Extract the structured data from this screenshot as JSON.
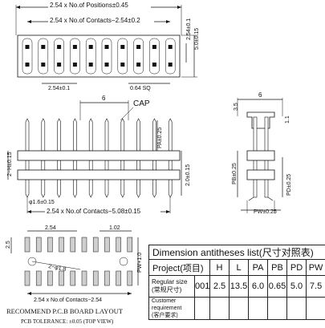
{
  "top_view": {
    "dim_positions": "2.54 x No.of Positions±0.45",
    "dim_contacts": "2.54 x No.of Contacts−2.54±0.2",
    "dim_pitch": "2.54±0.1",
    "dim_pitch_right": "2.54±0.1",
    "dim_width": "5.0±0.15",
    "dim_square": "0.64 SQ"
  },
  "front_view": {
    "dim_6": "6",
    "cap_label": "CAP",
    "dim_pa": "PA±0.25",
    "dim_2h": "2−H±0.15",
    "dim_2_0": "2.0±0.15",
    "dim_hole": "φ1.6±0.15",
    "dim_contacts_bottom": "2.54 x No.of Contacts−5.08±0.15"
  },
  "side_view": {
    "dim_6": "6",
    "dim_3_5": "3.5",
    "dim_1_1": "1.1",
    "dim_pb": "PB±0.25",
    "dim_pd": "PD±0.25",
    "dim_pw": "PW±0.25"
  },
  "pcb_layout": {
    "dim_2_54": "2.54",
    "dim_1_02": "1.02",
    "dim_2_5": "2.5",
    "dim_hole": "2−φ1.8",
    "dim_pw_1": "PW+1.0",
    "dim_contacts": "2.54 x No.of Contacts−2.54",
    "title": "RECOMMEND P.C.B BOARD LAYOUT",
    "tolerance": "PCB TOLERANCE: ±0.05   (TOP VIEW)"
  },
  "table": {
    "title": "Dimension antitheses list(尺寸对照表)",
    "project_label": "Project(项目)",
    "columns": [
      "H",
      "L",
      "PA",
      "PB",
      "PD",
      "PW"
    ],
    "regular_label_line1": "Regular size",
    "regular_label_line2": "(常规尺寸)",
    "regular_code": "001",
    "regular_values": [
      "2.5",
      "13.5",
      "6.0",
      "0.65",
      "5.0",
      "7.5"
    ],
    "customer_label_line1": "Customer requirement",
    "customer_label_line2": "(客户要求)"
  }
}
